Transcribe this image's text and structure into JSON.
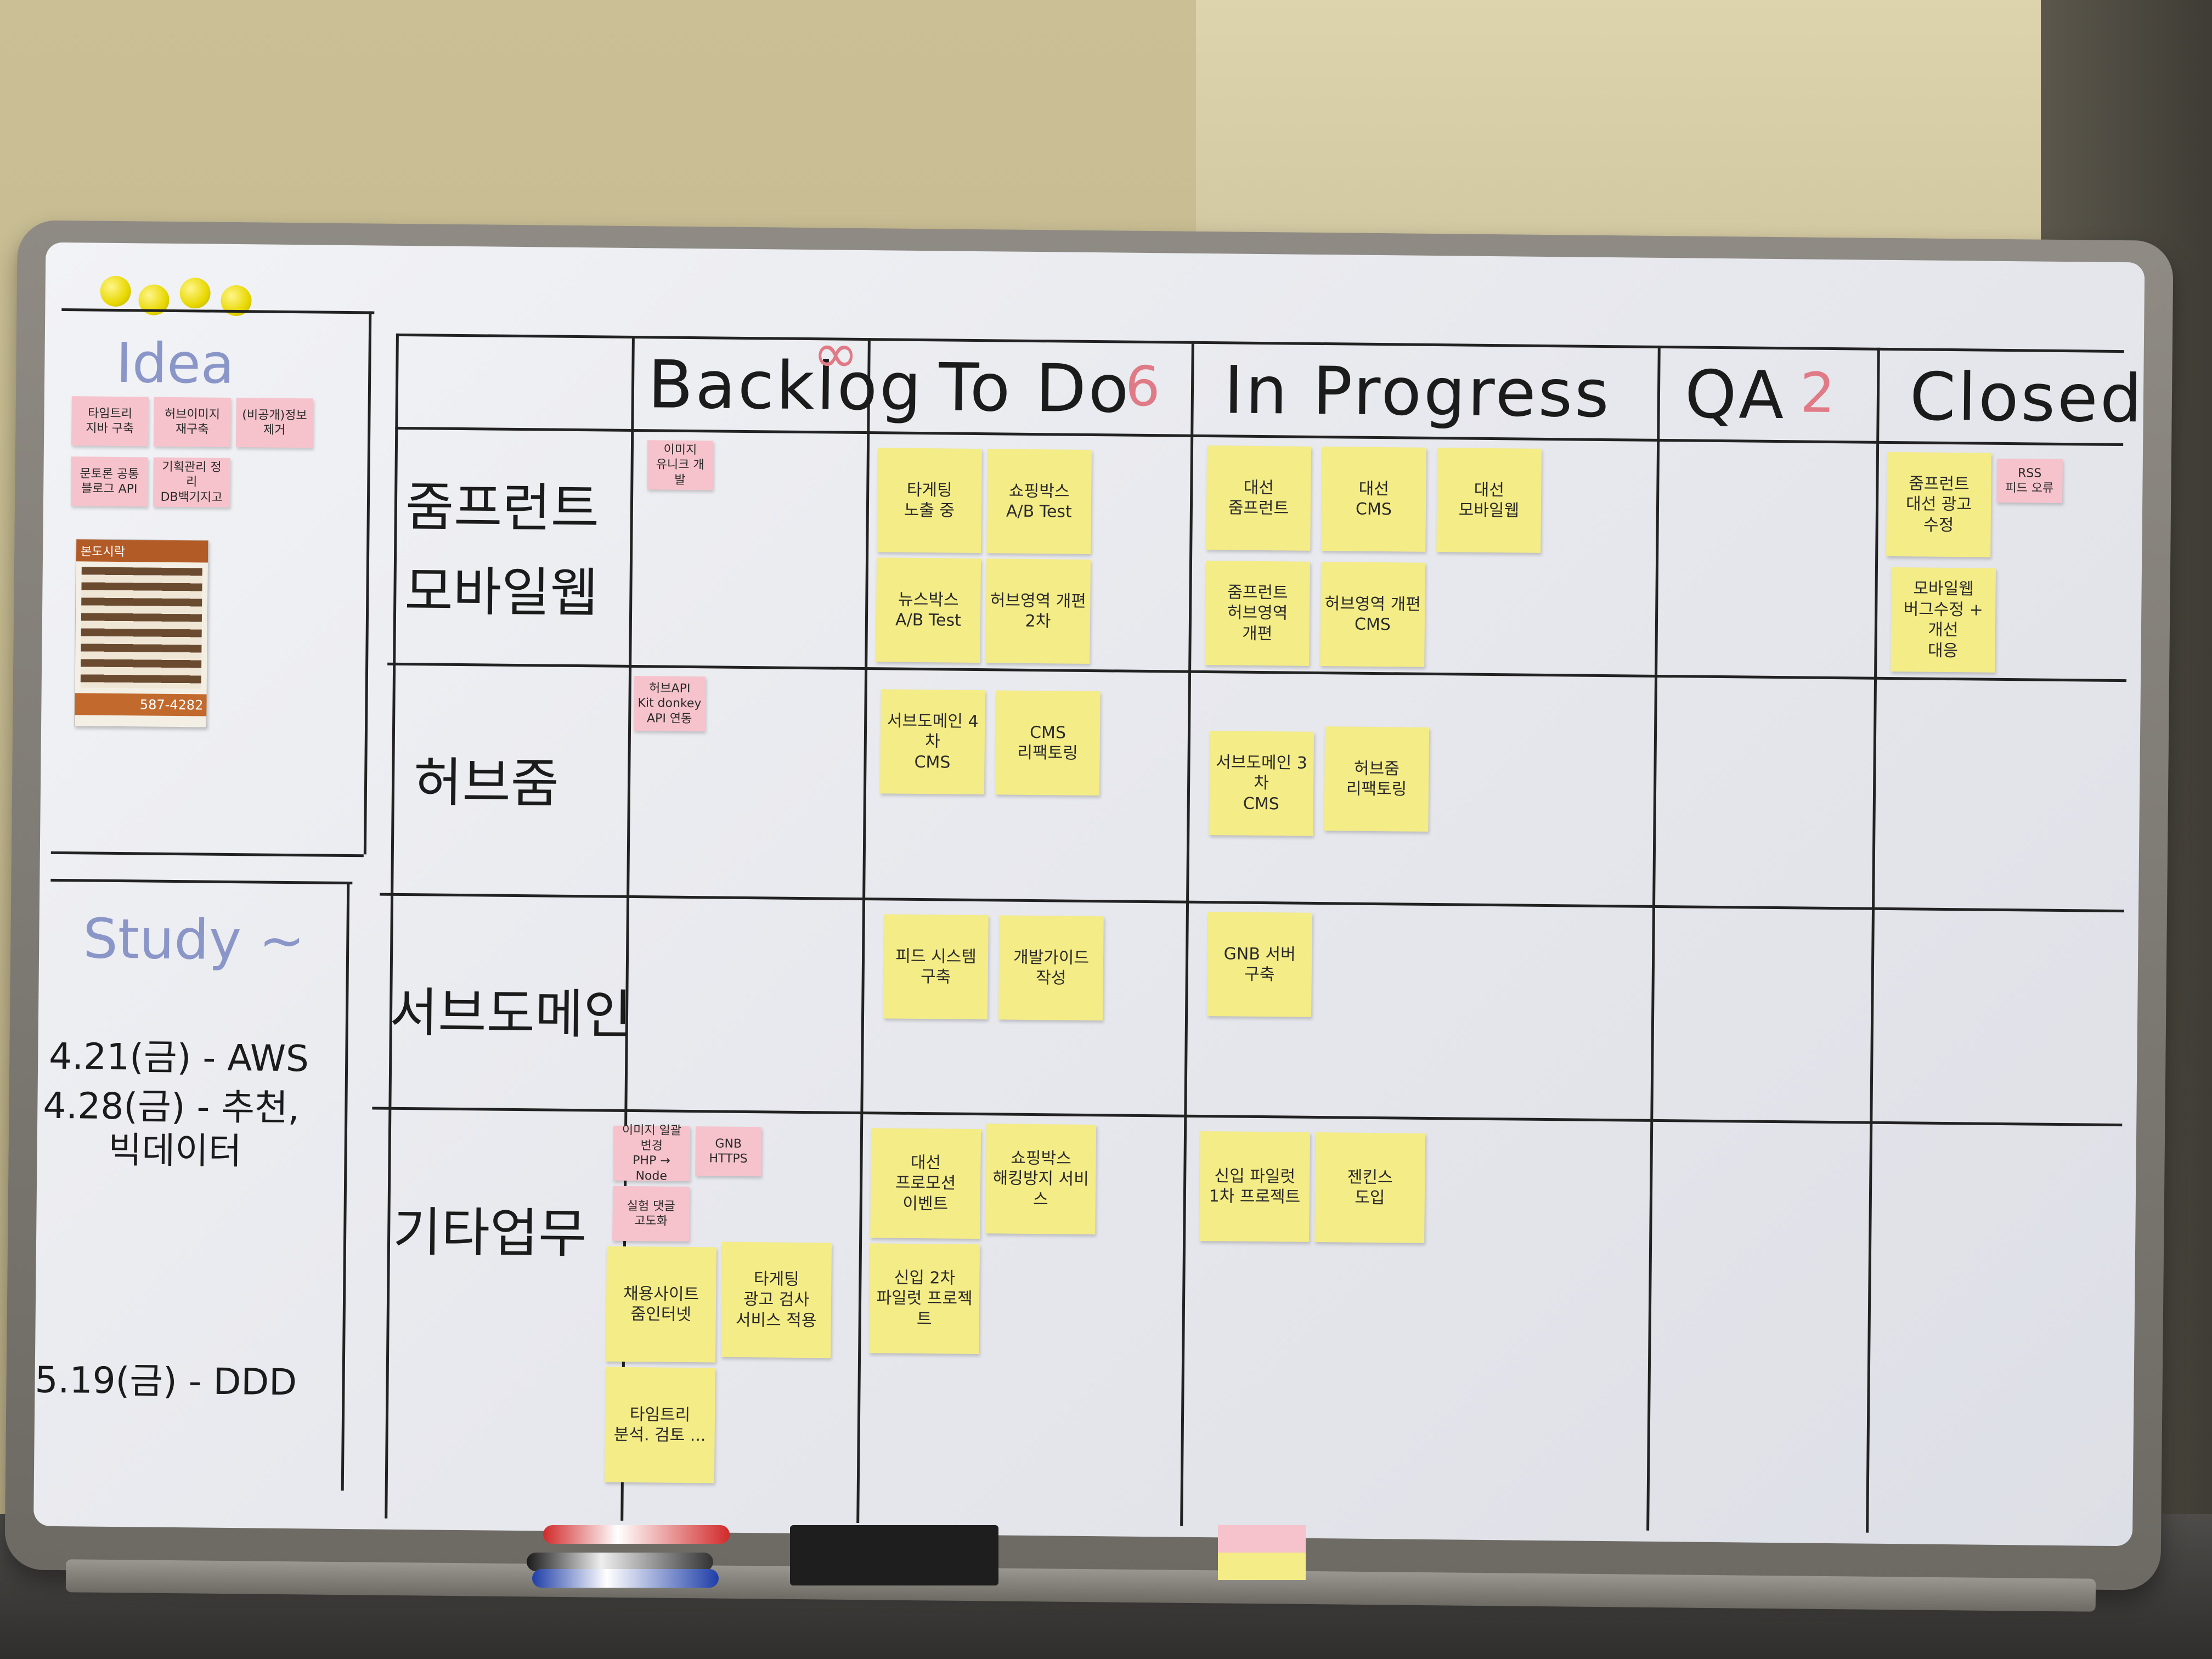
{
  "board": {
    "side_idea_title": "Idea",
    "side_study_title": "Study ~",
    "study_items": [
      "4.21(금) - AWS",
      "4.28(금) - 추천,",
      "빅데이터",
      "5.19(금) - DDD"
    ],
    "columns": [
      {
        "label": "Backlog",
        "wip": "∞"
      },
      {
        "label": "To Do",
        "wip": "6"
      },
      {
        "label": "In Progress",
        "wip": ""
      },
      {
        "label": "QA",
        "wip": "2"
      },
      {
        "label": "Closed",
        "wip": ""
      }
    ],
    "rows": [
      "줌프런트\n모바일웹",
      "허브줌",
      "서브도메인",
      "기타업무"
    ],
    "idea_notes": [
      "타임트리\n지바 구축",
      "허브이미지\n재구축",
      "(비공개)정보\n제거",
      "문토론 공통\n블로그 API",
      "기획관리 정리\nDB백기지고"
    ],
    "flyer_title": "본도시락",
    "flyer_phone": "587-4282",
    "notes": {
      "r1_backlog": [
        "이미지\n유니크 개발"
      ],
      "r1_todo": [
        "타게팅\n노출 중",
        "쇼핑박스\nA/B Test",
        "뉴스박스\nA/B Test",
        "허브영역 개편\n2차"
      ],
      "r1_progress": [
        "대선\n줌프런트",
        "대선\nCMS",
        "대선\n모바일웹",
        "줌프런트\n허브영역\n개편",
        "허브영역 개편\nCMS"
      ],
      "r1_closed": [
        "줌프런트\n대선 광고\n수정",
        "RSS\n피드 오류"
      ],
      "r1_closed2": [
        "모바일웹\n버그수정 + 개선\n대응"
      ],
      "r2_backlog": [
        "허브API\nKit donkey\nAPI 연동"
      ],
      "r2_todo": [
        "서브도메인 4차\nCMS",
        "CMS\n리팩토링"
      ],
      "r2_progress": [
        "서브도메인 3차\nCMS",
        "허브줌\n리팩토링"
      ],
      "r3_todo": [
        "피드 시스템\n구축",
        "개발가이드\n작성"
      ],
      "r3_progress": [
        "GNB 서버\n구축"
      ],
      "r4_backlog": [
        "이미지 일괄 변경\nPHP → Node",
        "GNB\nHTTPS",
        "실험 댓글\n고도화",
        "채용사이트\n줌인터넷",
        "타게팅\n광고 검사\n서비스 적용",
        "타임트리\n분석. 검토 ..."
      ],
      "r4_todo": [
        "대선\n프로모션\n이벤트",
        "쇼핑박스\n해킹방지 서비스",
        "신입 2차\n파일럿 프로젝트"
      ],
      "r4_progress": [
        "신입 파일럿\n1차 프로젝트",
        "젠킨스\n도입"
      ]
    }
  }
}
